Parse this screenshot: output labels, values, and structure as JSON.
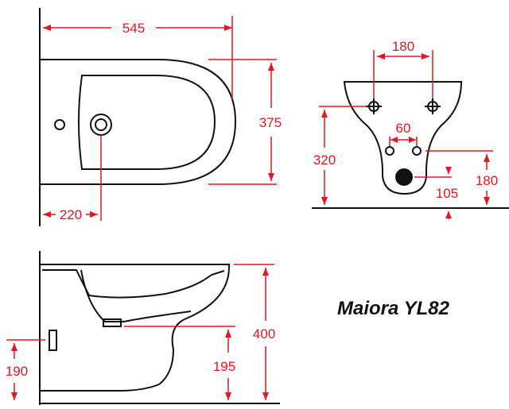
{
  "model_name": "Maiora YL82",
  "colors": {
    "outline": "#111111",
    "dimension": "#e8141c",
    "background": "#ffffff"
  },
  "top_view": {
    "length": "545",
    "width": "375",
    "hole_offset": "220"
  },
  "front_view": {
    "fixing_spacing": "180",
    "inlet_spacing": "60",
    "fixing_height": "320",
    "inlet_height": "180",
    "outlet_height": "105"
  },
  "side_view": {
    "height": "400",
    "floor_to_fixing": "190",
    "floor_to_outlet": "195"
  }
}
